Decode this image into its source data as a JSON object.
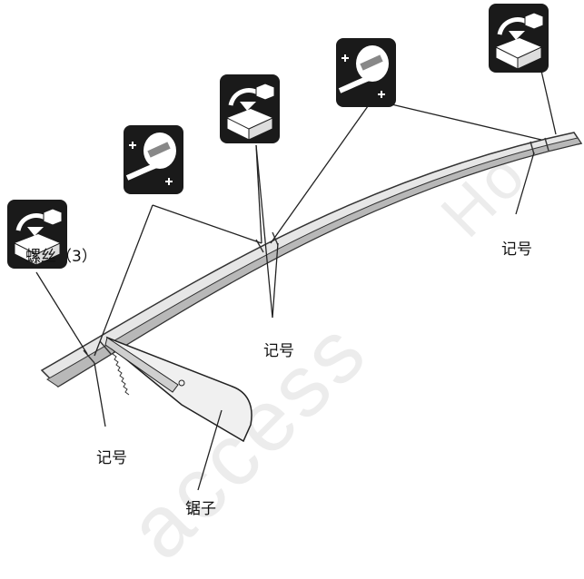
{
  "labels": {
    "screw": "螺丝（3）",
    "mark_top_right": "记号",
    "mark_center": "记号",
    "mark_bottom_left": "记号",
    "saw": "锯子"
  },
  "icons": [
    "part-box-icon",
    "clean-wipe-icon",
    "part-box-icon",
    "clean-wipe-icon",
    "part-box-icon"
  ],
  "colors": {
    "icon_bg": "#1a1a1a",
    "strip_top": "#e9e9e9",
    "strip_edge": "#a9a9a9",
    "line": "#222222"
  }
}
